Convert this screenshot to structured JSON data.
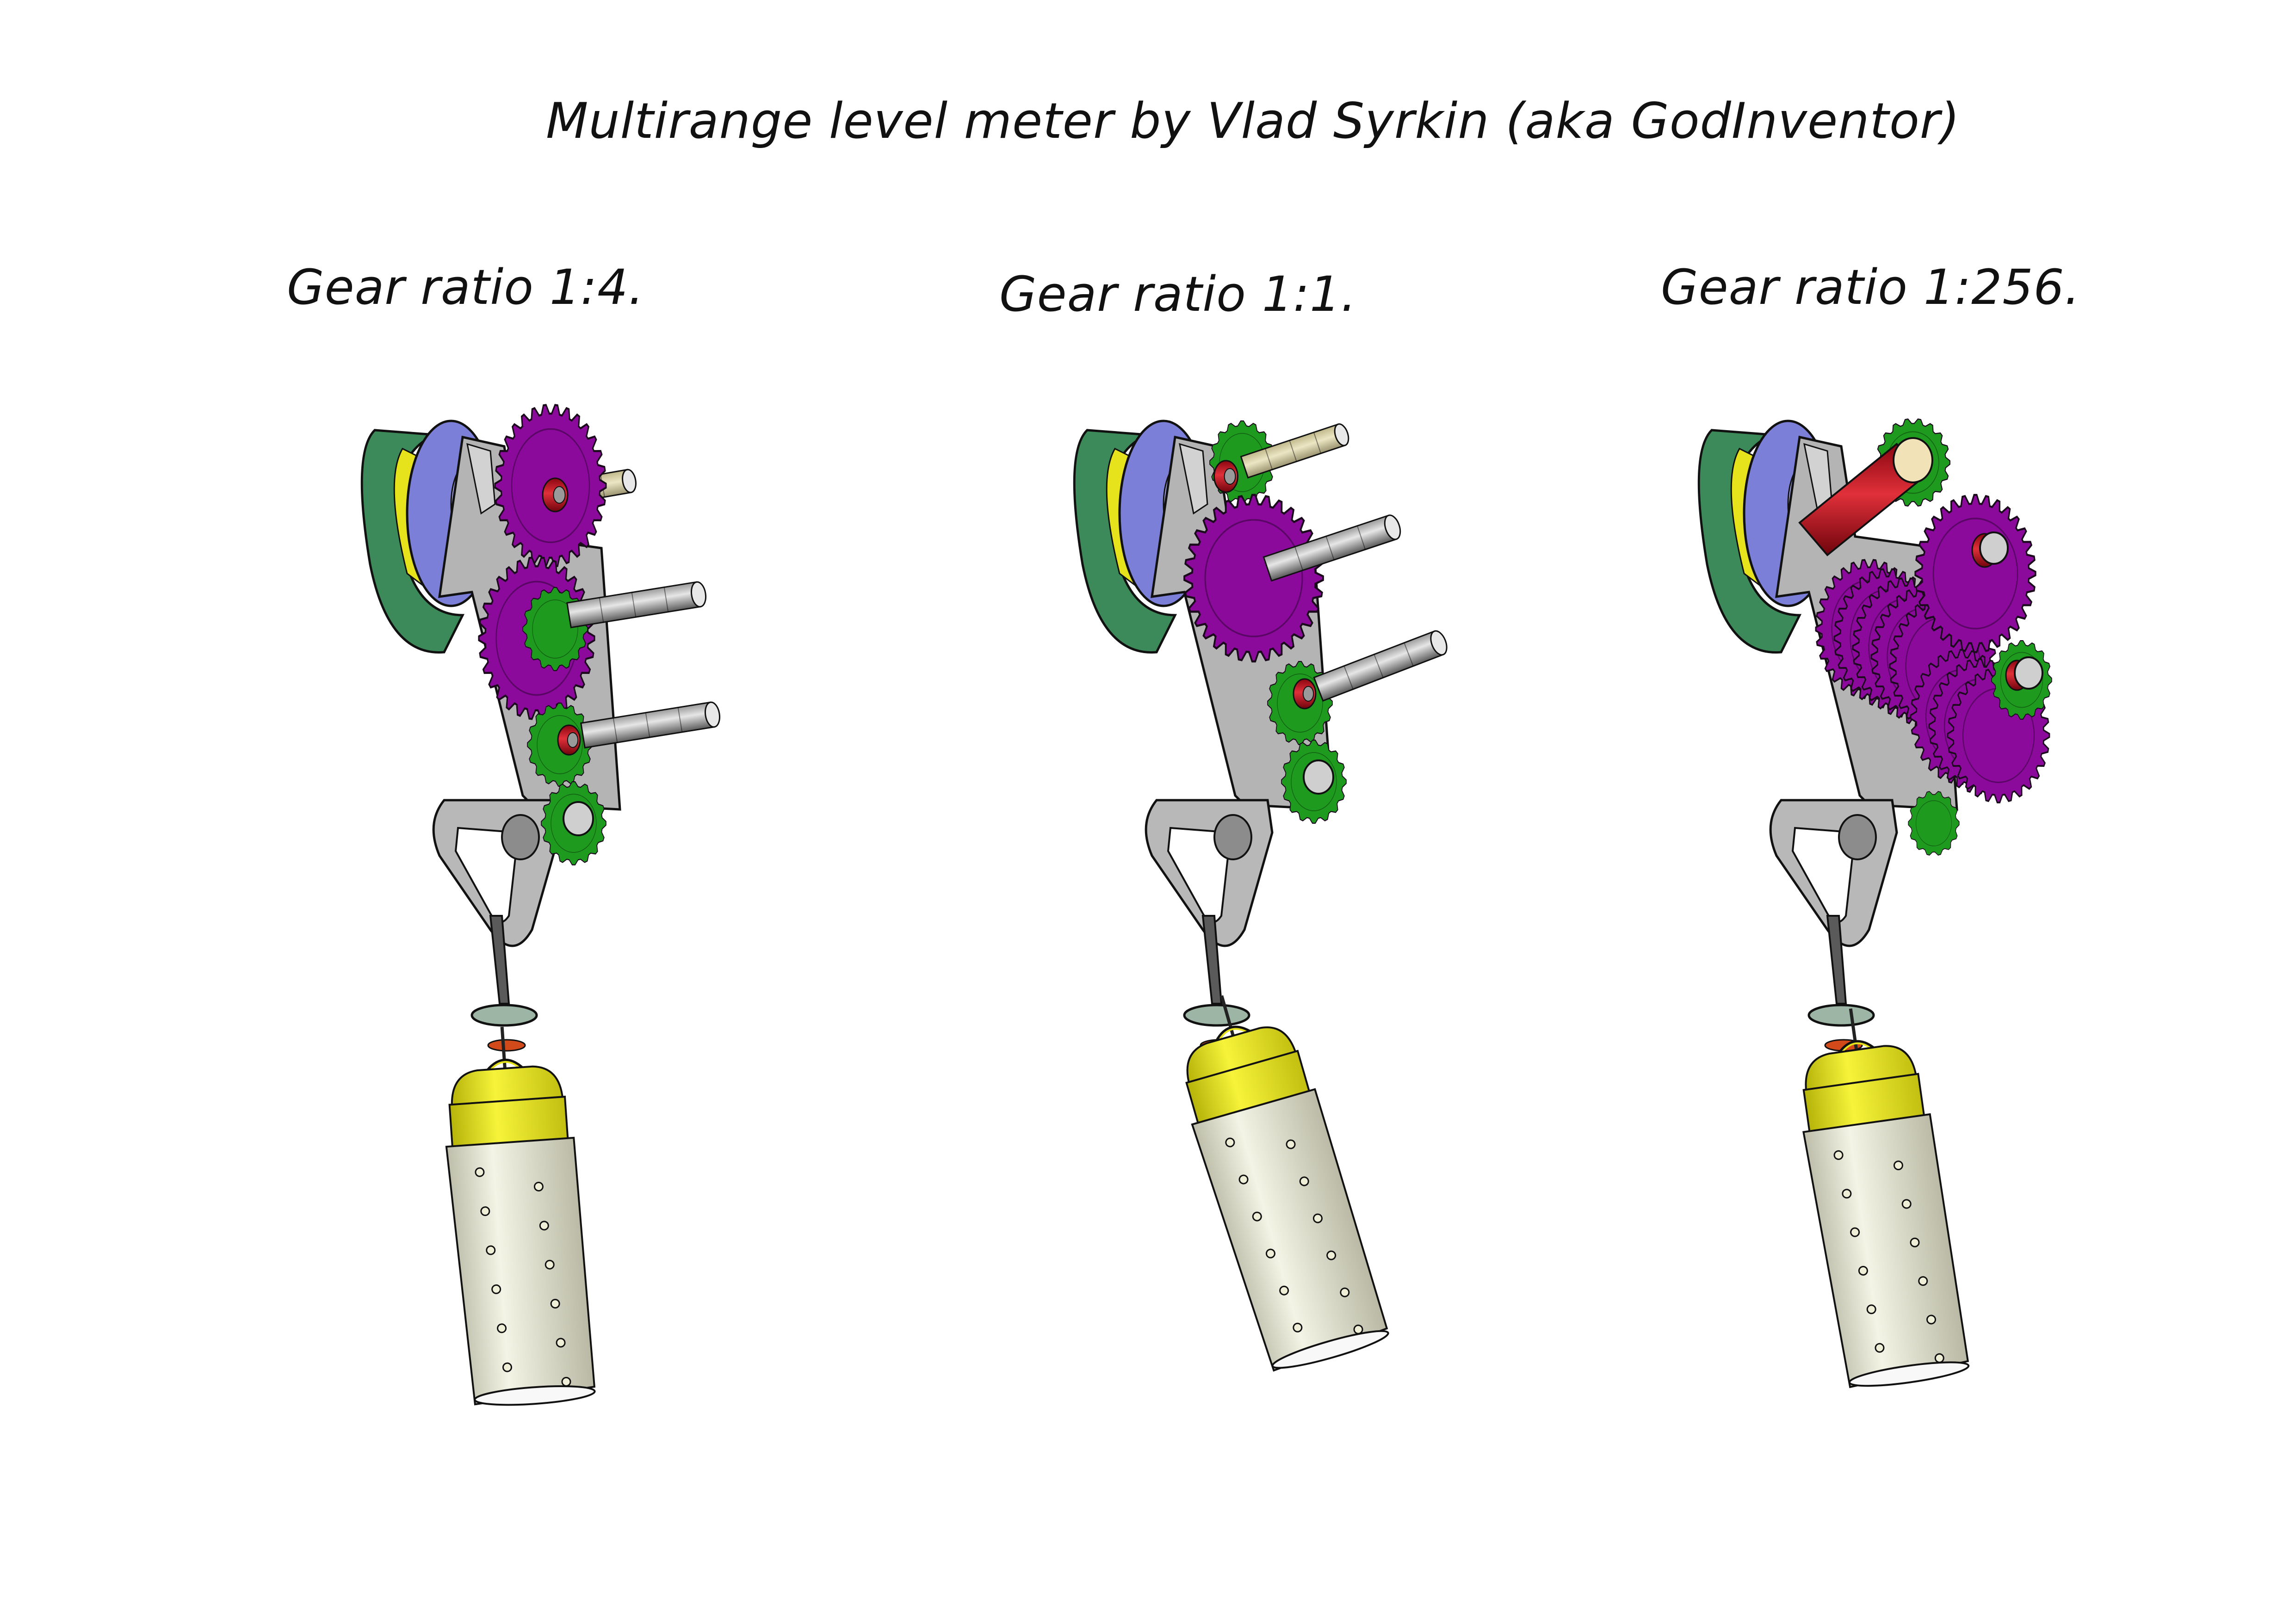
{
  "title": "Multirange level meter by Vlad Syrkin (aka GodInventor)",
  "variants": [
    {
      "caption": "Gear ratio 1:4."
    },
    {
      "caption": "Gear ratio 1:1."
    },
    {
      "caption": "Gear ratio 1:256."
    }
  ],
  "colors": {
    "gear_purple": "#8b0a9c",
    "gear_green": "#1e9a1e",
    "collar_red": "#c8101c",
    "frame_gray": "#b4b4b4",
    "pulley_blue": "#7b7fd8",
    "pulley_green": "#3c8a5a",
    "float_yellow": "#e6e31c",
    "float_cream": "#e9e9d6",
    "shaft_beige": "#d6cfa4"
  }
}
